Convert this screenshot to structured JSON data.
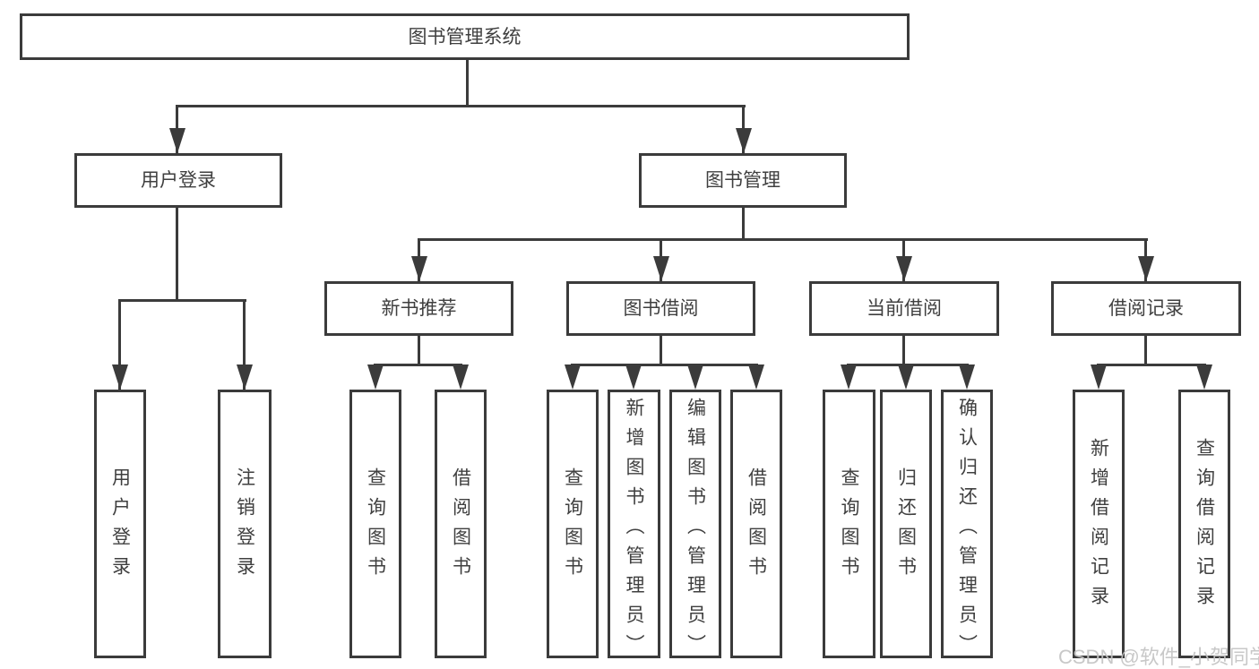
{
  "tree": {
    "label": "图书管理系统",
    "children": [
      {
        "label": "用户登录",
        "children": [
          {
            "label": "用户登录"
          },
          {
            "label": "注销登录"
          }
        ]
      },
      {
        "label": "图书管理",
        "children": [
          {
            "label": "新书推荐",
            "children": [
              {
                "label": "查询图书"
              },
              {
                "label": "借阅图书"
              }
            ]
          },
          {
            "label": "图书借阅",
            "children": [
              {
                "label": "查询图书"
              },
              {
                "label": "新增图书（管理员）"
              },
              {
                "label": "编辑图书（管理员）"
              },
              {
                "label": "借阅图书"
              }
            ]
          },
          {
            "label": "当前借阅",
            "children": [
              {
                "label": "查询图书"
              },
              {
                "label": "归还图书"
              },
              {
                "label": "确认归还（管理员）"
              }
            ]
          },
          {
            "label": "借阅记录",
            "children": [
              {
                "label": "新增借阅记录"
              },
              {
                "label": "查询借阅记录"
              }
            ]
          }
        ]
      }
    ]
  },
  "watermark": "CSDN @软件_小贺同学",
  "colors": {
    "line": "#3b3b3b",
    "text": "#3f3f3f",
    "watermark": "#c3c3c3",
    "background": "#ffffff"
  }
}
